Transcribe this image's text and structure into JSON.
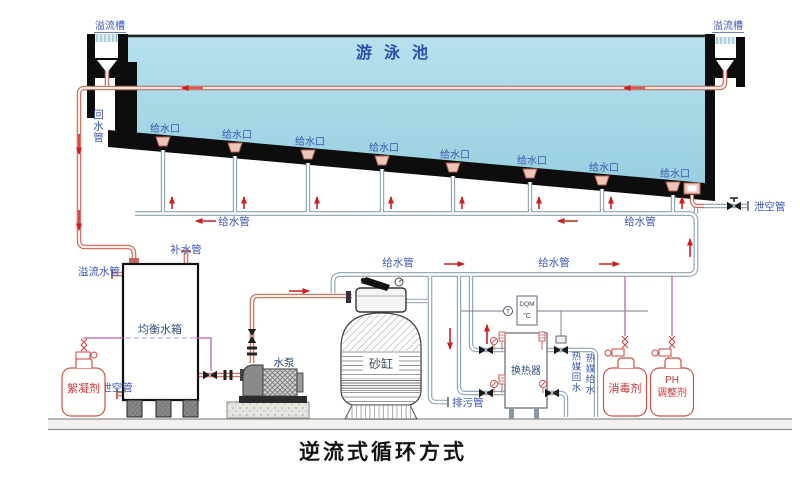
{
  "title": "逆流式循环方式",
  "pool": {
    "label": "游泳池",
    "left_trough_label": "溢流槽",
    "right_trough_label": "溢流槽",
    "return_pipe_label": "回水管",
    "drain_label": "泄空管",
    "outlet_labels": [
      "给水口",
      "给水口",
      "给水口",
      "给水口",
      "给水口",
      "给水口",
      "给水口",
      "给水口"
    ]
  },
  "pipes": {
    "manifold_label_1": "给水管",
    "manifold_label_2": "给水管",
    "main_label_1": "给水管",
    "main_label_2": "给水管"
  },
  "tank": {
    "label": "均衡水箱",
    "makeup_label": "补水管",
    "overflow_label": "溢流水管",
    "drain_label": "泄空管"
  },
  "pump": {
    "label": "水泵"
  },
  "filter": {
    "label": "砂缸",
    "blowdown_label": "排污管"
  },
  "heat_exchanger": {
    "label": "换热器",
    "controller_model": "DQM",
    "controller_unit": "°C",
    "sensor_label": "T",
    "medium_return_label": "热媒回水",
    "medium_supply_label": "热媒给水"
  },
  "chemicals": {
    "flocculant_label": "絮凝剂",
    "disinfectant_label": "消毒剂",
    "ph_label_line1": "PH",
    "ph_label_line2": "调整剂"
  },
  "colors": {
    "pool_water": "#a6d7e7",
    "pipe_red": "#c4695a",
    "pipe_gray": "#8aa0b2",
    "chemical_line": "#b565b5",
    "label_blue": "#3a56b4",
    "label_red": "#cc3333",
    "arrow": "#cc2020"
  }
}
